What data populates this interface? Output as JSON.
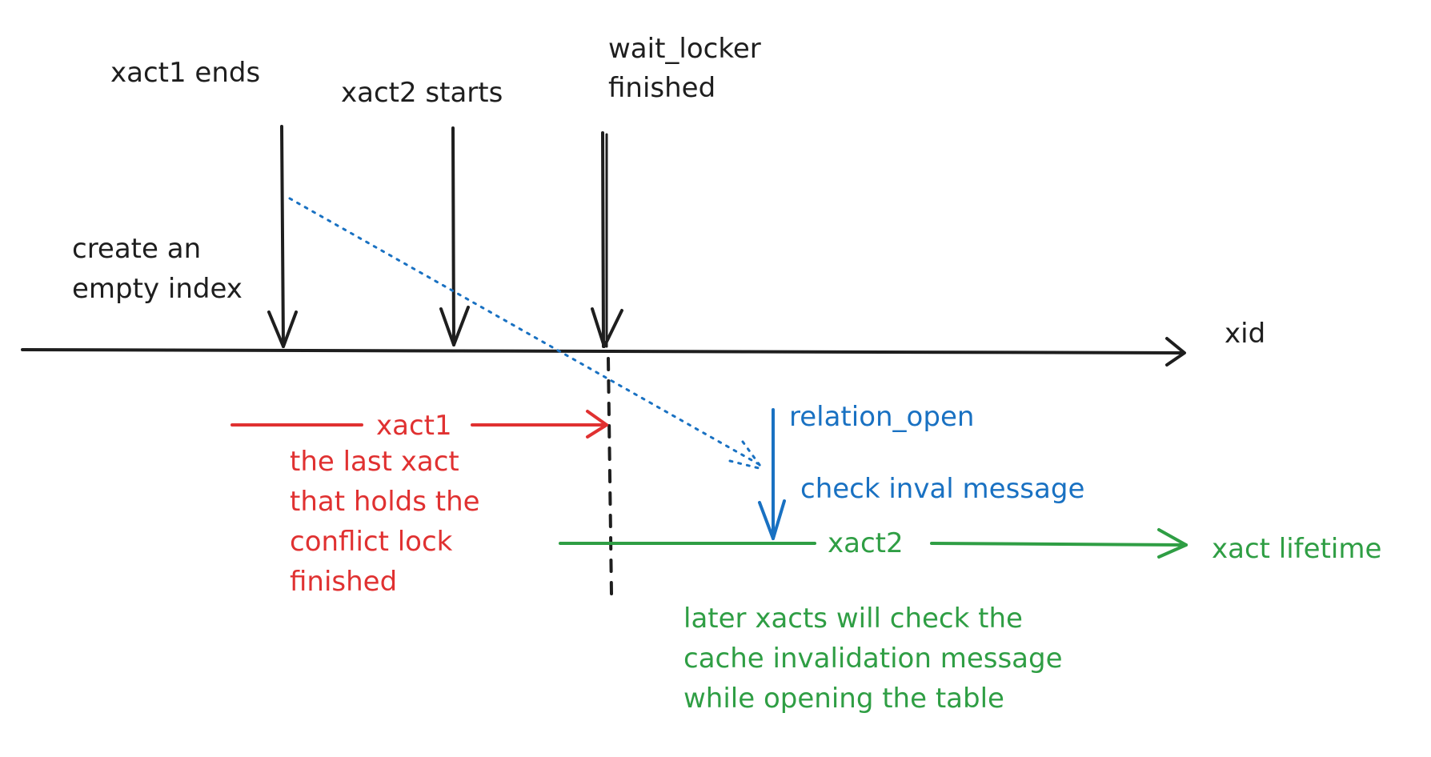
{
  "colors": {
    "ink": "#1e1e1e",
    "red": "#e03131",
    "blue": "#1971c2",
    "green": "#2f9e44"
  },
  "events": {
    "xact1_ends": "xact1 ends",
    "xact2_starts": "xact2 starts",
    "wait_locker_line1": "wait_locker",
    "wait_locker_line2": "finished",
    "create_index_line1": "create an",
    "create_index_line2": "empty index"
  },
  "axis": {
    "label": "xid"
  },
  "xact1": {
    "label": "xact1",
    "note_lines": [
      "the last xact",
      "that holds the",
      "conflict lock",
      "finished"
    ]
  },
  "xact2": {
    "label": "xact2",
    "lifetime_label": "xact lifetime",
    "relation_open": "relation_open",
    "check_inval": "check inval message",
    "note_lines": [
      "later xacts will check the",
      "cache invalidation message",
      "while opening the table"
    ]
  }
}
